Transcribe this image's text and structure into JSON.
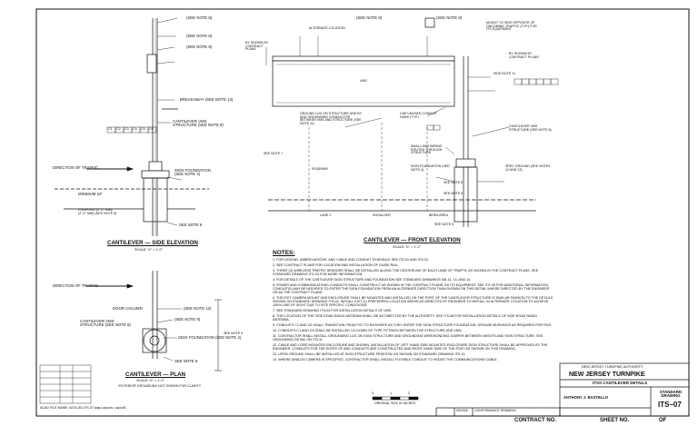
{
  "front_elevation": {
    "title": "CANTILEVER — FRONT ELEVATION",
    "scale": "SCALE: ½\" = 1'-0\"",
    "callouts": [
      "(SEE NOTE 8)",
      "(SEE NOTE 8)",
      "ALTERNATE LOCATION",
      "MOUNT TO SIDE OPPOSITE OF ONCOMING TRAFFIC (TYP.) FOR ITS EQUIPMENT",
      "BY SHOWN BY CONTRACT PLANS",
      "BY SHOWN BY CONTRACT PLANS",
      "SIDE NOTE 11",
      "GROUND LUG ON STRUCTURE AND BY AND GROUNDING CONDUCTOR BETWEEN VMS AND STRUCTURE (SEE NOTE 11)",
      "CAP UNUSED CONDUIT HUBS (TYP.)",
      "CANTILEVER VMS STRUCTURE (SEE NOTE 8)",
      "SMALL AND WIRING ROUTED THROUGH STRUCTURE",
      "SIGN FOUNDATION (SEE NOTE 4)",
      "SEE NOTE 7",
      "SEE NOTE 8",
      "SEE NOTE 9",
      "ROADWAY",
      "VMS",
      "LANE 1",
      "SHOULDER",
      "BERM AREA",
      "SEE NOTE 5",
      "SPEC GROUND (SEE NOTES 12 AND 13)"
    ]
  },
  "side_elevation": {
    "title": "CANTILEVER — SIDE ELEVATION",
    "scale": "SCALE: ½\" = 1'-0\"",
    "callouts": [
      "(SEE NOTE 8)",
      "(SEE NOTE 8)",
      "(SEE NOTE 8)",
      "BREAKAWAY (SEE NOTE 13)",
      "CANTILEVER VMS STRUCTURE (SEE NOTE 8)",
      "DIRECTION OF TRAFFIC",
      "SIGN FOUNDATION (SEE NOTE 4)",
      "MINIMUM 24\"",
      "COUPLING (1\"-0\" MIN) (2\"-0\" MIN) (SEE NOTE 5)",
      "SEE NOTE 9"
    ],
    "equipment_codes": [
      "C1",
      "C2",
      "C3",
      "C4",
      "C5",
      "C6"
    ]
  },
  "plan": {
    "title": "CANTILEVER — PLAN",
    "scale": "SCALE: ½\" = 1'-0\"",
    "subtitle": "*EXTERIOR GROUNDING NOT SHOWN FOR CLARITY",
    "callouts": [
      "DIRECTION OF TRAFFIC",
      "DOOR COLUMN",
      "CANTILEVER VMS STRUCTURE (SEE NOTE 8)",
      "(SEE NOTE 12)",
      "(SEE NOTE 8)",
      "SIGN FOUNDATION (SEE NOTE 4)",
      "SEE NOTE 9",
      "SEE NOTE 9"
    ]
  },
  "notes": {
    "heading": "NOTES:",
    "items": [
      "1.  FOR LEGEND, ABBREVIATIONS, AND CABLE AND CONDUIT SCHEDULE SEE ITS-01 AND ITS-02.",
      "2.  SEE CONTRACT PLANS FOR LOCATION AND INSTALLATION OF GUIDE RAIL.",
      "3.  THREE (3) WIRELESS TRAFFIC SENSORS SHALL BE INSTALLED ALONG THE CENTERLINE OF EACH LANE OF TRAFFIC AS SHOWN IN THE CONTRACT PLANS. SEE STANDARD DRAWING ITS-03 FOR MORE INFORMATION.",
      "4.  FOR DETAILS OF THE CANTILEVER SIGN STRUCTURE AND FOUNDATION SEE STANDARD DRAWINGS SM-11, 13, AND 14.",
      "5.  POWER AND COMMUNICATIONS CONDUITS SHALL CONSTRUCT AS SHOWN IN THE CONTRACT PLANS, AS ITS EQUIPMENT. SEE ITS-09 FOR ADDITIONAL INFORMATION. CONDUIT(S) MAY BE MODIFIED TO ENTER THE SIGN FOUNDATION FROM AN ALTERNATE DIRECTION THAN SHOWN ON THIS DETAIL WHERE DIRECTED BY THE ENGINEER OR AS THE CONTRACT PLANS.",
      "6.  THE EXIT CAMERA MOUNT AND ENCLOSURE SHALL BE MOUNTED AND INSTALLED ON THE PORT OF THE CANTILEVER STRUCTURE IS SIMILAR FASHION TO THE DETAILS SHOWN ON STANDARD DRAWING ITS-04. INSTALL EXIT (1) PREFERRED LOCATION ABOVE AS DIRECTED BY ENGINEER TO INSTALL IN ALTERNATE LOCATION TO ACHIEVE 100% LINE OF SIGHT DUE TO SITE SPECIFIC CONDITIONS.",
      "7.  SEE STANDARD DRAWING ITS-04 FOR INSTALLATION DETAILS OF VMS.",
      "8.  THE LOCATION OF THE SIDE ROAD RADIO ANTENNA SHALL BE AS DIRECTED BY THE AUTHORITY. SEE ITS-08 FOR INSTALLATION DETAILS OF SIDE ROAD RADIO ANTENNA.",
      "9.  CONDUITS C1 AND C6 SHALL TRANSITION FROM PVC TO RGS/HDPE AS THEY ENTER THE SIGN STRUCTURE FOUNDATION. GROUND BUSHINGS AS REQUIRED FOR RGS.",
      "10. CONDUITS C1 AND C6 SHALL BE INSTALLED 1/2-DOWN OF TYPE FITTINGS BETWEEN THE STRUCTURE AND VMS.",
      "11. CONTRACTOR SHALL INSTALL GROUNDING LUG ON SIGN STRUCTURE AND GROUNDING WIRE/BONDING JUMPER BETWEEN VMS/ITS AND SIGN STRUCTURE. SEE GROUNDING DETAIL ON ITS-11.",
      "12. CABLE AND CORE MOUNTED ENCLOSURE AND SHOWN. INSTALLATION OF LEFT HAND SIDE MOUNTED ENCLOSURE SIGN STRUCTURE SHALL BE APPROVED BY THE ENGINEER. CONDUITS FOR THE ENTRY OF AND CONDUITS ARE CONSTRUCTED AND RIGHT HAND SIDE OF THE POST AS SHOWN ON THIS DRAWING.",
      "13. UPON GROUND SHALL BE INSTALLED AT SIGN STRUCTURE PEDESTAL AS SHOWN ON STANDARD DRAWING ITS-11.",
      "14. WHERE ANALOG CAMERA IS SPECIFIED, CONTRACTOR SHALL INSTALL FLEXIBLE CONDUIT TO HOUSE THE COMMUNICATIONS CABLE."
    ]
  },
  "scale_bar": {
    "label": "ORIGINAL SIZE IN INCHES",
    "ticks": [
      "0",
      "1",
      "2"
    ]
  },
  "title_block": {
    "authority": "NEW JERSEY TURNPIKE AUTHORITY",
    "turnpike": "NEW JERSEY TURNPIKE",
    "drawing_title": "ITSS CANTILEVER DETAILS",
    "engineer": "ANTHONY J. BASTELLO",
    "standard_label": "STANDARD DRAWING",
    "sheet_id": "ITS–07",
    "revision_date": "05/2018",
    "revision_text": "CONFORMANCE DRAWING",
    "contract_no_label": "CONTRACT NO.",
    "sheet_no_label": "SHEET NO.",
    "of_label": "OF"
  },
  "file_path": "ACAD FILE NAME:  NJTA-SD-ITS-07.dwg   Layouts: Layout1",
  "colors": {
    "ink": "#111111",
    "paper": "#ffffff"
  }
}
